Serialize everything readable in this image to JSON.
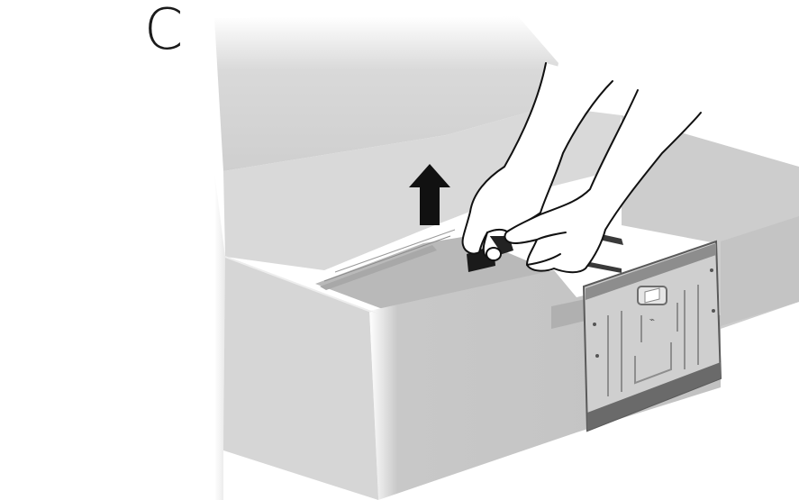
{
  "step": {
    "label": "C"
  },
  "illustration": {
    "subject": "lifting-stand-block-out-of-packaging",
    "arrow_direction": "up",
    "colors": {
      "background": "#ffffff",
      "box_light": "#d4d4d4",
      "box_mid": "#bdbdbd",
      "box_dark": "#a6a6a6",
      "plate": "#cfcfcf",
      "outline": "#111111",
      "arrow": "#111111"
    }
  }
}
